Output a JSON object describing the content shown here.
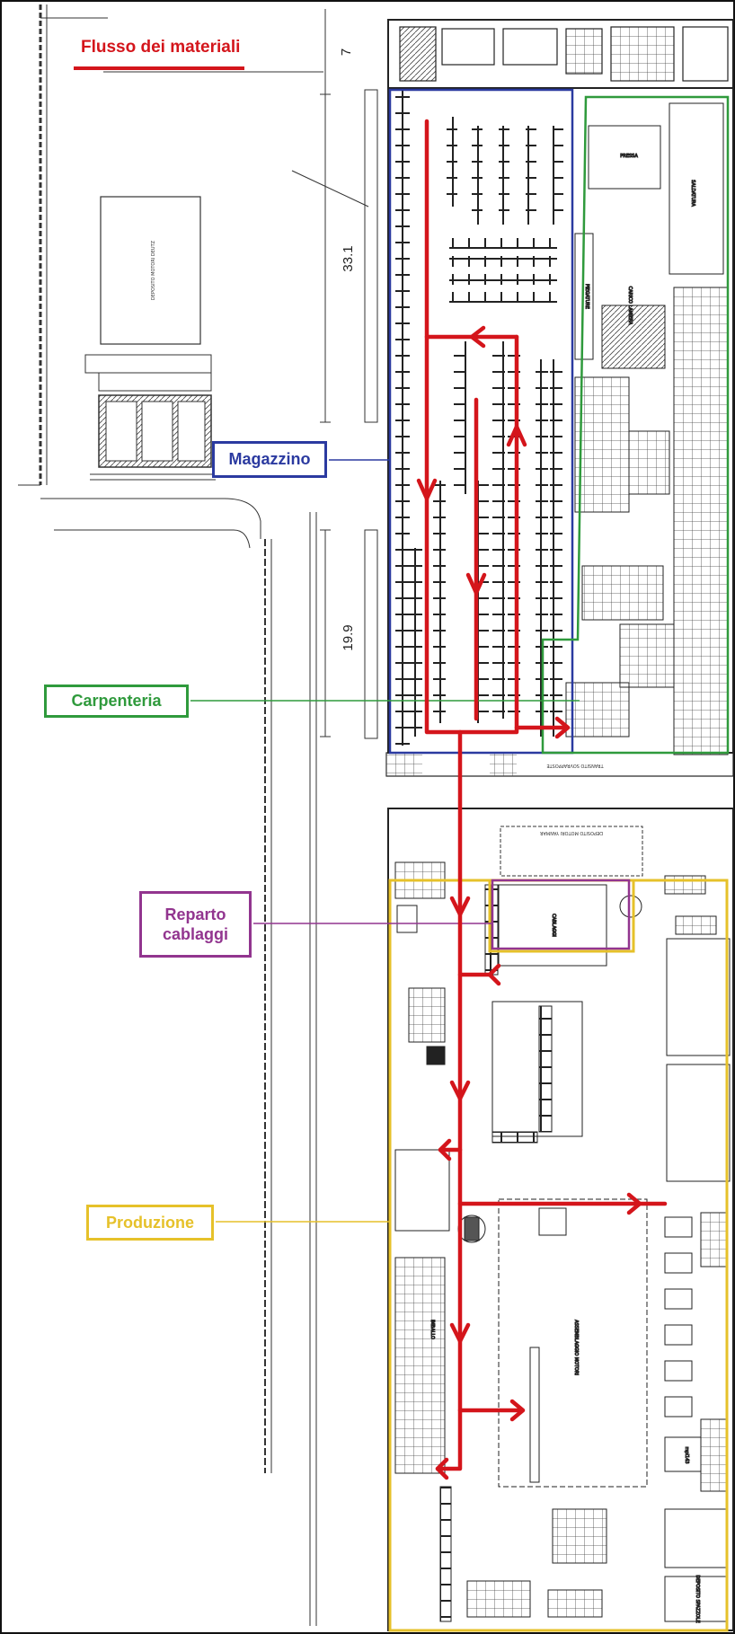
{
  "legend": {
    "title": "Flusso dei materiali",
    "color": "#d4151b"
  },
  "areas": {
    "magazzino": {
      "label": "Magazzino",
      "color": "#2b3aa0"
    },
    "carpenteria": {
      "label": "Carpenteria",
      "color": "#2f9a3c"
    },
    "cablaggi": {
      "label_line1": "Reparto",
      "label_line2": "cablaggi",
      "color": "#92358f"
    },
    "produzione": {
      "label": "Produzione",
      "color": "#e6c12a"
    }
  },
  "dimensions": {
    "top": "7",
    "upper": "33.1",
    "lower": "19.9"
  },
  "plan_texts": {
    "deposito_motori": "DEPOSITO MOTORI DEUTZ",
    "pressa": "PRESSA",
    "saldatura": "SALDATURA",
    "carico_lamiera": "CARICO LAMIERA",
    "transito": "TRANSITO SOVRAPPOSTE",
    "deposito_motori_2": "DEPOSITO MOTORI YANMAR",
    "cablaggi": "CABLAGGI",
    "assemblaggio": "ASSEMBLAGGIO MOTORI",
    "imballo": "IMBALLO",
    "deposito_spazzole": "DEPOSITO SPAZZOLE",
    "mpi": "mpi143"
  }
}
